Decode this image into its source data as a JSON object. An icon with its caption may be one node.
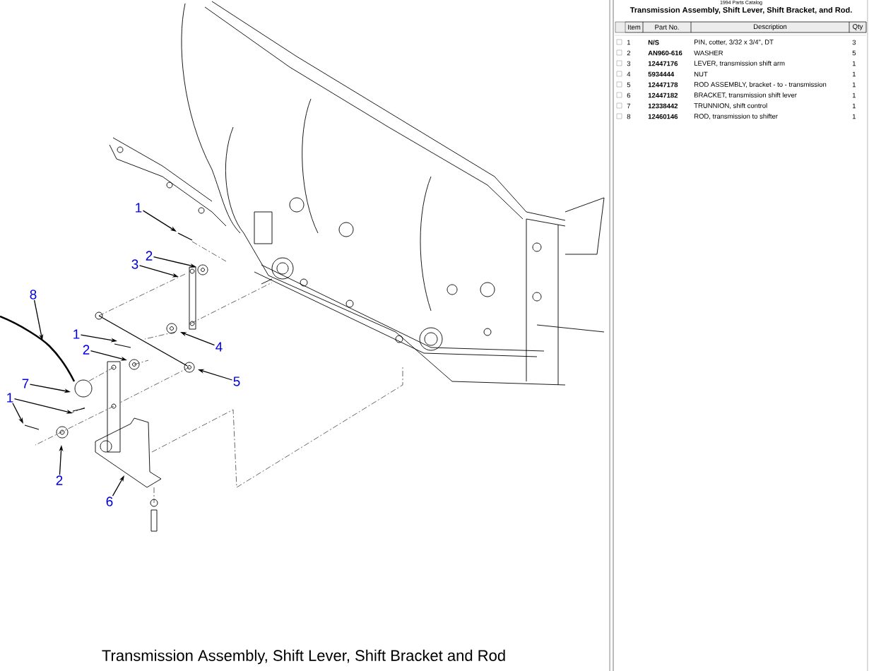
{
  "diagram": {
    "caption": "Transmission Assembly, Shift Lever, Shift Bracket and Rod",
    "nodes": [
      {
        "text": [
          "1"
        ]
      },
      {
        "text": [
          "2"
        ]
      },
      {
        "text": [
          "3"
        ]
      },
      {
        "text": [
          "4"
        ]
      },
      {
        "text": [
          "8"
        ]
      },
      {
        "text": [
          "1"
        ]
      },
      {
        "text": [
          "2"
        ]
      },
      {
        "text": [
          "5"
        ]
      },
      {
        "text": [
          "7"
        ]
      },
      {
        "text": [
          "1"
        ]
      },
      {
        "text": [
          "2"
        ]
      },
      {
        "text": [
          "6"
        ]
      }
    ],
    "edges": [
      {
        "from": 0,
        "to": null,
        "arrow": "to"
      },
      {
        "from": 1,
        "to": null,
        "arrow": "to"
      },
      {
        "from": 2,
        "to": null,
        "arrow": "to"
      },
      {
        "from": 3,
        "to": null,
        "arrow": "to"
      },
      {
        "from": 4,
        "to": null,
        "arrow": "to"
      },
      {
        "from": 5,
        "to": null,
        "arrow": "to"
      },
      {
        "from": 6,
        "to": null,
        "arrow": "to"
      },
      {
        "from": 7,
        "to": null,
        "arrow": "to"
      },
      {
        "from": 8,
        "to": null,
        "arrow": "to"
      },
      {
        "from": 9,
        "to": null,
        "arrow": "to"
      },
      {
        "from": 9,
        "to": null,
        "arrow": "to"
      },
      {
        "from": 10,
        "to": null,
        "arrow": "to"
      },
      {
        "from": 11,
        "to": null,
        "arrow": "to"
      }
    ],
    "labels": [
      "1994 Parts Catalog",
      "Transmission Assembly, Shift Lever, Shift Bracket, and Rod.",
      "Item",
      "Part No.",
      "Description",
      "Qty",
      "1",
      "N/S",
      "PIN, cotter, 3/32 x 3/4\", DT",
      "3",
      "2",
      "AN960-616",
      "WASHER",
      "5",
      "3",
      "12447176",
      "LEVER, transmission shift arm",
      "1",
      "4",
      "5934444",
      "NUT",
      "1",
      "5",
      "12447178",
      "ROD ASSEMBLY, bracket - to - transmission",
      "1",
      "6",
      "12447182",
      "BRACKET, transmission shift lever",
      "1",
      "7",
      "12338442",
      "TRUNNION, shift control",
      "1",
      "8",
      "12460146",
      "ROD, transmission to shifter",
      "1"
    ]
  }
}
